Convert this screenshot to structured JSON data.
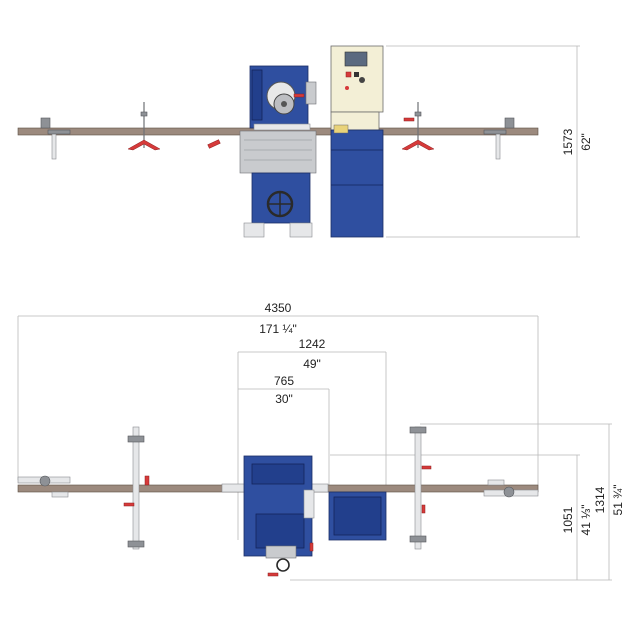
{
  "dimensions": {
    "height_mm": "1573",
    "height_in": "62\"",
    "length_mm": "4350",
    "length_in": "171 ¼\"",
    "d1242_mm": "1242",
    "d1242_in": "49\"",
    "d765_mm": "765",
    "d765_in": "30\"",
    "depth1051_mm": "1051",
    "depth1051_in": "41 ⅓\"",
    "depth1314_mm": "1314",
    "depth1314_in": "51 ¾\""
  },
  "colors": {
    "machine_blue": "#2f4fa0",
    "beam_brown": "#9c8a7e",
    "handle_red": "#d63a3a",
    "control_panel": "#f3efd6",
    "dimension_line": "#b9b9b9"
  }
}
